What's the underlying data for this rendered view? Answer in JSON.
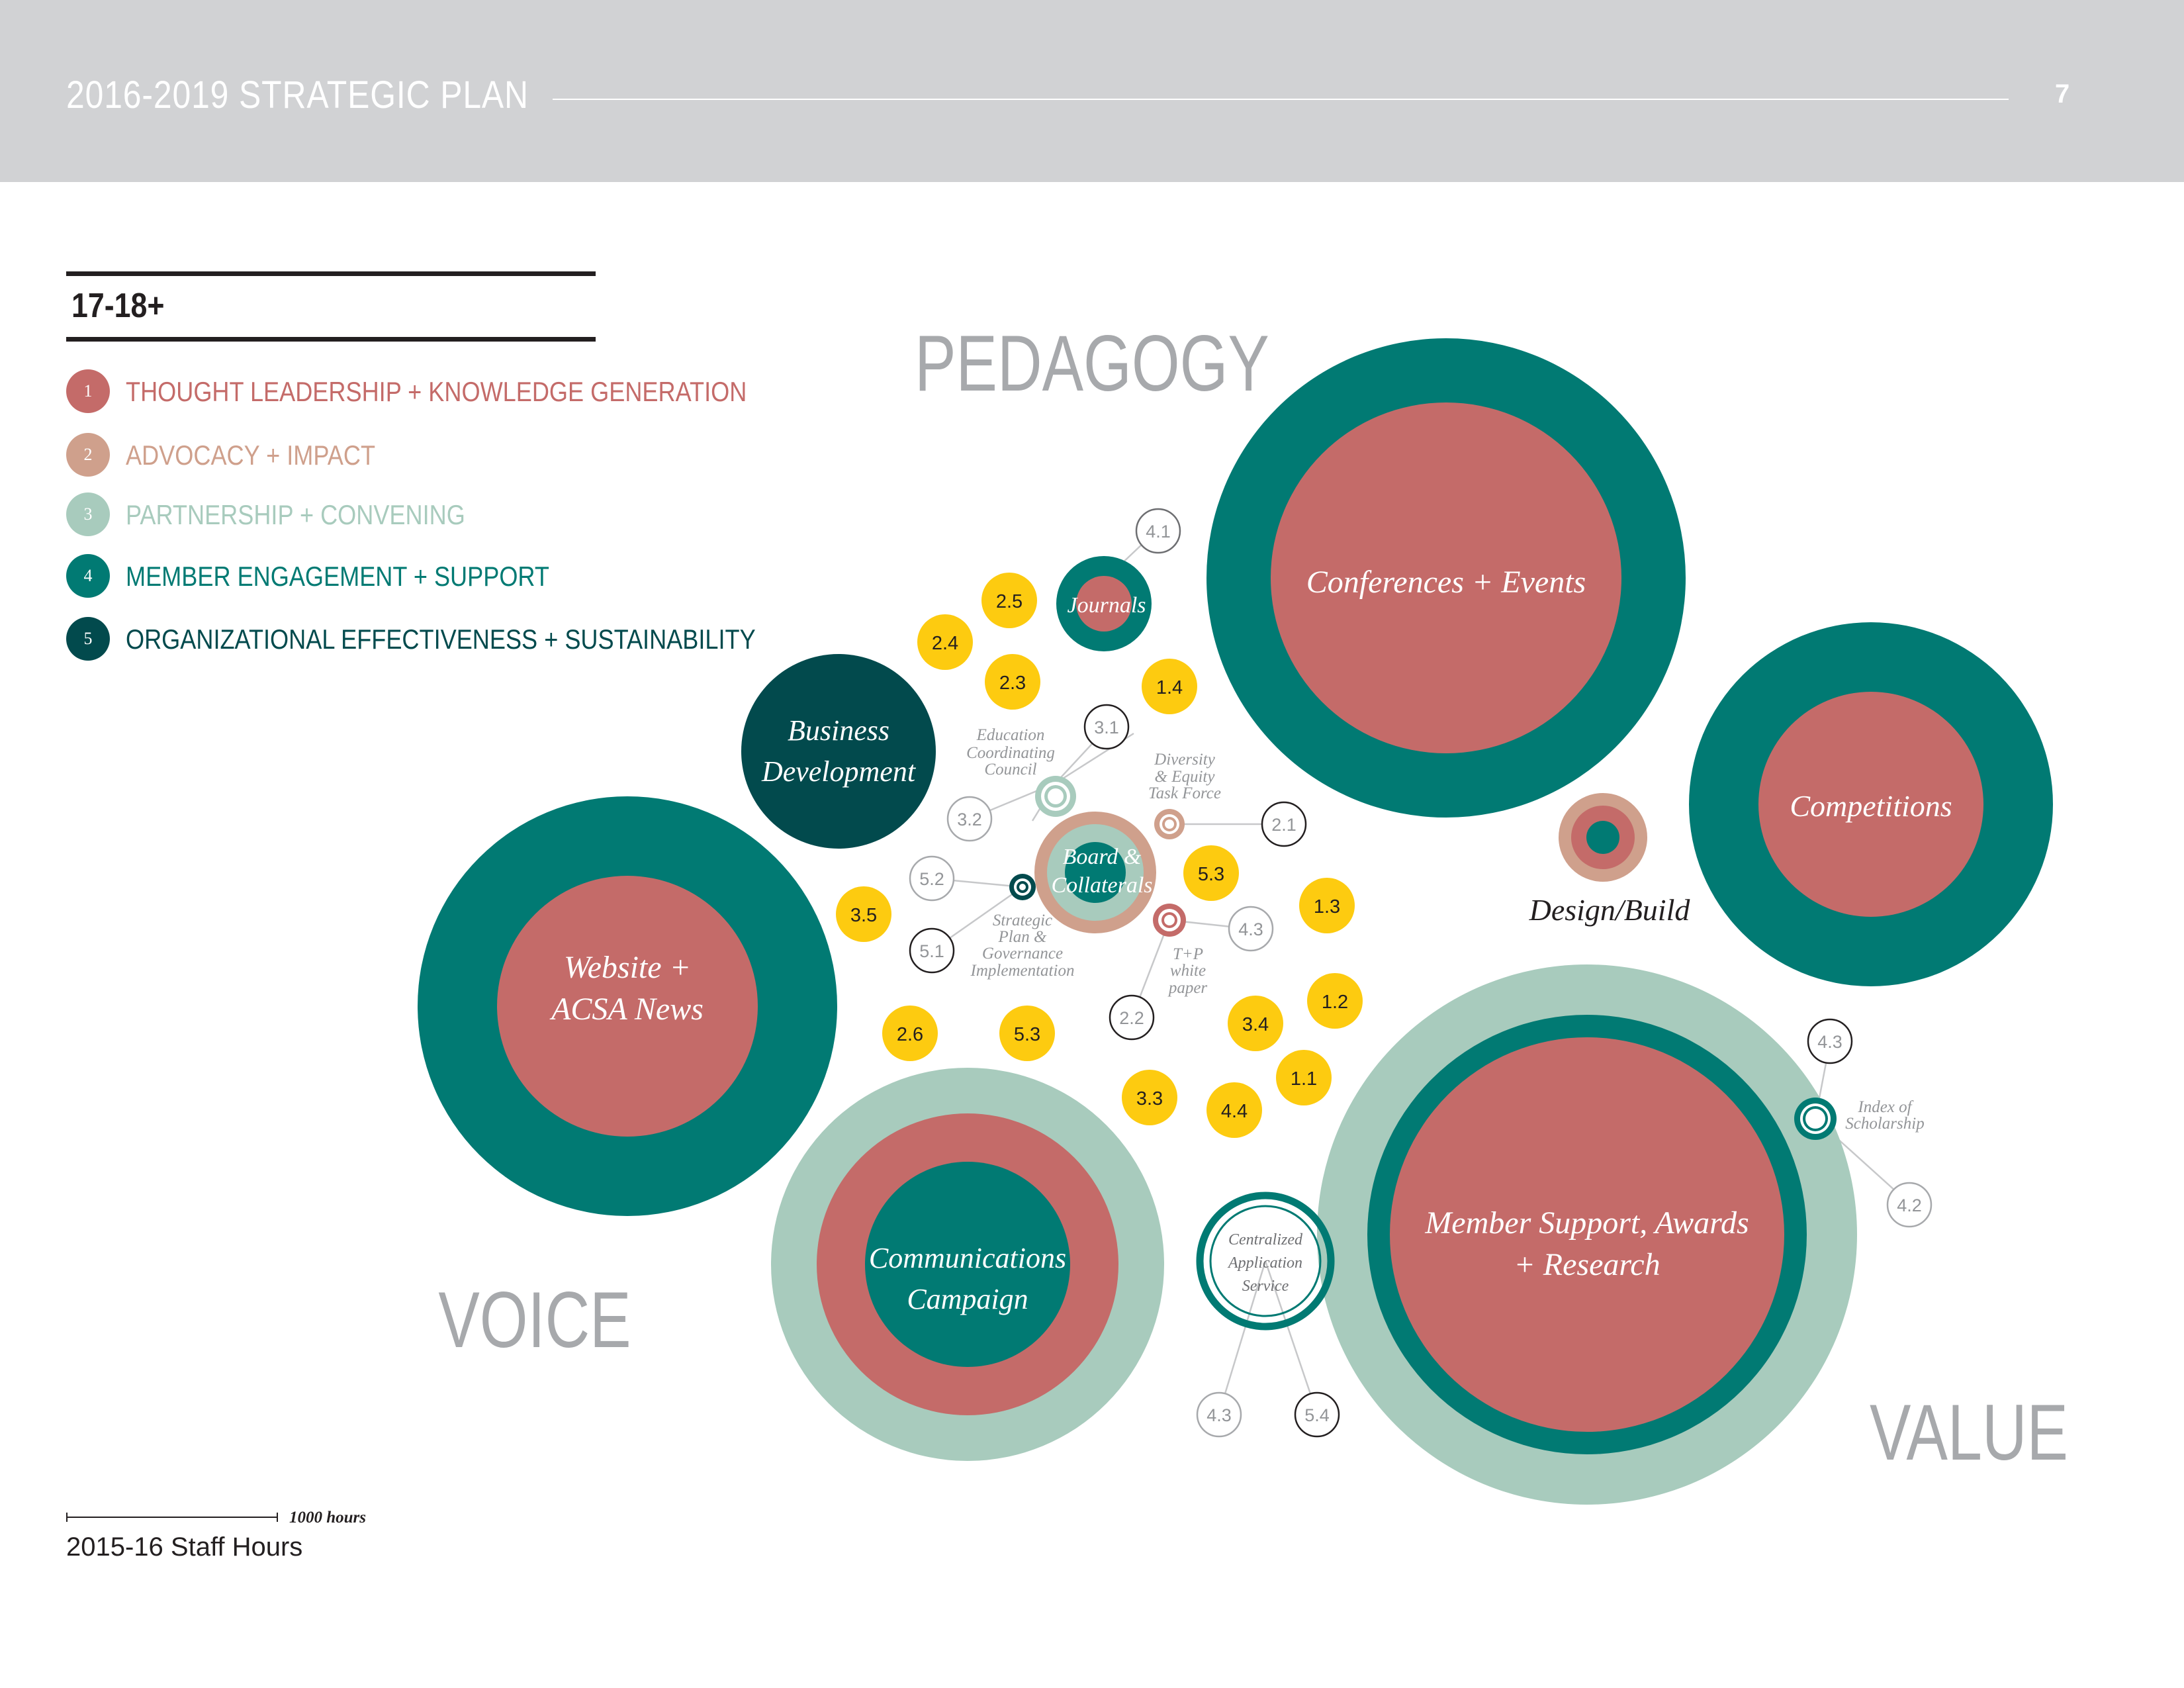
{
  "header": {
    "title": "2016-2019 STRATEGIC PLAN",
    "page_number": "7"
  },
  "legend": {
    "heading": "17-18+",
    "items": [
      {
        "number": "1",
        "label": "THOUGHT LEADERSHIP + KNOWLEDGE GENERATION",
        "color": "#c46b69"
      },
      {
        "number": "2",
        "label": "ADVOCACY + IMPACT",
        "color": "#cfa08c"
      },
      {
        "number": "3",
        "label": "PARTNERSHIP + CONVENING",
        "color": "#a8cbbd"
      },
      {
        "number": "4",
        "label": "MEMBER ENGAGEMENT + SUPPORT",
        "color": "#017a73"
      },
      {
        "number": "5",
        "label": "ORGANIZATIONAL EFFECTIVENESS + SUSTAINABILITY",
        "color": "#024a4d"
      }
    ]
  },
  "themes": {
    "pedagogy": "PEDAGOGY",
    "voice": "VOICE",
    "value": "VALUE"
  },
  "colors": {
    "c1": "#c46b69",
    "c2": "#cfa08c",
    "c3": "#a8cbbd",
    "c4": "#017a73",
    "c5": "#024a4d",
    "objective": "#fdcb10"
  },
  "segments": {
    "conferences": [
      "Conferences +  Events"
    ],
    "competitions": [
      "Competitions"
    ],
    "journals": [
      "Journals"
    ],
    "business": [
      "Business",
      "Development"
    ],
    "website": [
      "Website +",
      "ACSA News"
    ],
    "board": [
      "Board &",
      "Collaterals"
    ],
    "design_build": [
      "Design/Build"
    ],
    "communications": [
      "Communications",
      "Campaign"
    ],
    "member_support": [
      "Member Support, Awards",
      "+ Research"
    ],
    "cas": [
      "Centralized",
      "Application",
      "Service"
    ],
    "ecc": [
      "Education",
      "Coordinating",
      "Council"
    ],
    "diversity": [
      "Diversity",
      "& Equity",
      "Task Force"
    ],
    "strategic": [
      "Strategic",
      "Plan &",
      "Governance",
      "Implementation"
    ],
    "tp": [
      "T+P",
      "white",
      "paper"
    ],
    "index": [
      "Index of",
      "Scholarship"
    ]
  },
  "objectives_yellow": [
    "2.5",
    "2.4",
    "2.3",
    "1.4",
    "5.3",
    "1.3",
    "3.5",
    "1.2",
    "3.4",
    "2.6",
    "5.3",
    "1.1",
    "3.3",
    "4.4"
  ],
  "objectives_outline": [
    "4.1",
    "3.1",
    "3.2",
    "2.1",
    "5.2",
    "4.3",
    "5.1",
    "2.2",
    "4.3",
    "4.2",
    "4.3",
    "5.4"
  ],
  "scale": {
    "label": "1000 hours",
    "caption": "2015-16 Staff Hours"
  }
}
